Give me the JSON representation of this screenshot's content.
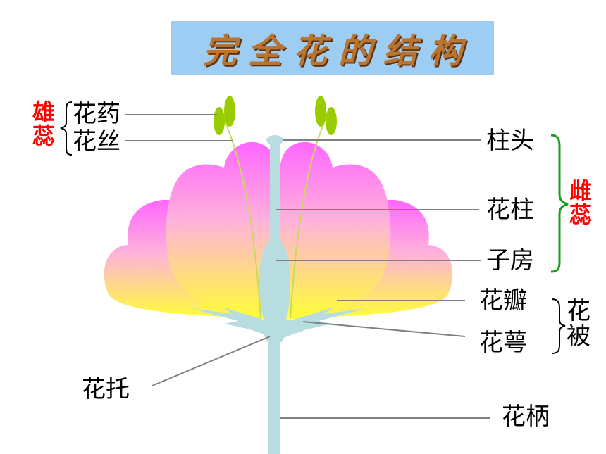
{
  "title": "完全花的结构",
  "labels": {
    "anther": "花药",
    "filament": "花丝",
    "stigma": "柱头",
    "style": "花柱",
    "ovary": "子房",
    "petal": "花瓣",
    "sepal": "花萼",
    "receptacle": "花托",
    "pedicel": "花柄"
  },
  "groups": {
    "stamen": [
      "雄",
      "蕊"
    ],
    "pistil": [
      "雌",
      "蕊"
    ],
    "perianth": [
      "花",
      "被"
    ]
  },
  "colors": {
    "title_bg": "#9ecdf3",
    "title_text": "#b97431",
    "stamen_group": "#ff0000",
    "pistil_group": "#ff0000",
    "pistil_brace": "#1f9a1f",
    "stalk": "#b8dde0",
    "anther": "#99cc00",
    "petal_top": "#ff66ff",
    "petal_bottom": "#ffff33",
    "leader_line": "#808080"
  }
}
